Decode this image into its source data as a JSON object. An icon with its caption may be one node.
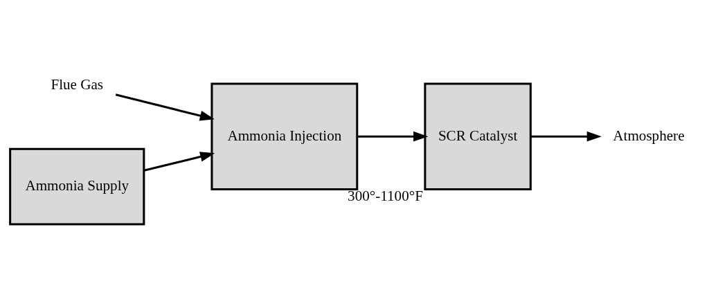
{
  "diagram": {
    "nodes": [
      {
        "text": [
          "Flue Gas"
        ]
      },
      {
        "text": [
          "Ammonia Injection"
        ]
      },
      {
        "text": [
          "SCR Catalyst"
        ],
        "beside": [
          "300°-1100°F"
        ]
      },
      {
        "text": [
          "Atmosphere"
        ]
      },
      {
        "text": [
          "Ammonia Supply"
        ]
      }
    ],
    "edges": [
      {
        "from": 0,
        "to": 1,
        "arrow": "to"
      },
      {
        "from": 1,
        "to": 2,
        "arrow": "to"
      },
      {
        "from": 2,
        "to": 3,
        "arrow": "to"
      },
      {
        "from": 4,
        "to": 1,
        "arrow": "to"
      }
    ]
  }
}
